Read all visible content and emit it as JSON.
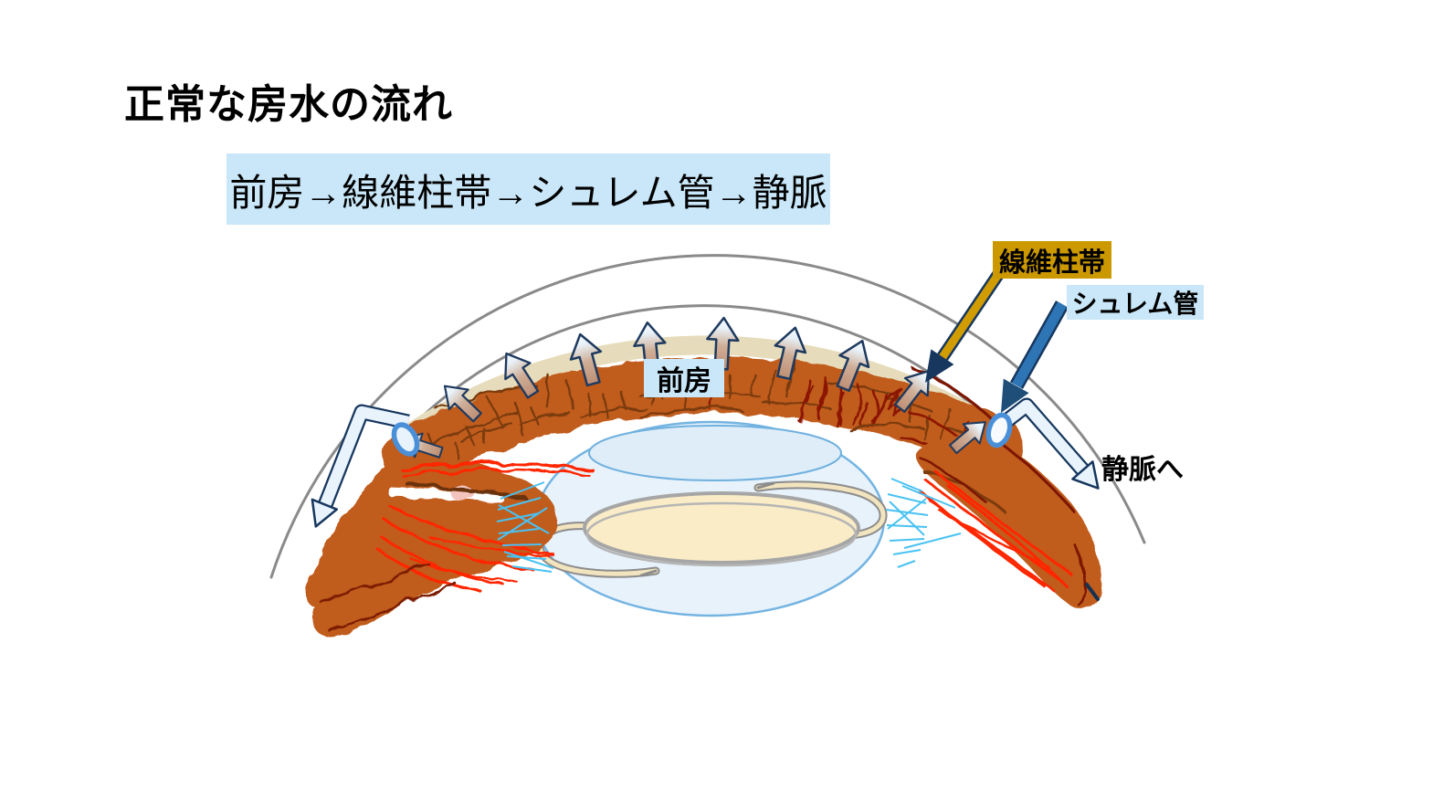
{
  "title": "正常な房水の流れ",
  "flow_summary": "前房→線維柱帯→シュレム管→静脈",
  "labels": {
    "anterior_chamber": "前房",
    "trabecular_meshwork": "線維柱帯",
    "schlemm_canal": "シュレム管",
    "to_vein": "静脈へ"
  },
  "colors": {
    "flow_box_bg": "#C9E7F8",
    "trabecular_label_bg": "#CB9800",
    "schlemm_label_bg": "#C9E7F8",
    "anterior_label_bg": "#C9E7F8",
    "iris": "#C05C1E",
    "iris_striation": "#7A3A10",
    "iris_striation_dark_red": "#8B1200",
    "vessel_red": "#FF2600",
    "ciliary_outline_dark": "#7B1200",
    "cornea_line": "#8A8A8A",
    "limbal_band_tan": "#E6DCBB",
    "capsule_fill": "#E7F2FB",
    "capsule_stroke": "#74B4E2",
    "iol_fill": "#FAECC6",
    "iol_stroke": "#A6A6A6",
    "zonule_blue": "#49C2F2",
    "schlemm_ring_blue": "#4A90D9",
    "outflow_arrow_fill": "#E8F3FC",
    "arrow_outline_navy": "#17375E",
    "gold_pointer": "#D09C00",
    "blue_pointer": "#2E75B6"
  }
}
